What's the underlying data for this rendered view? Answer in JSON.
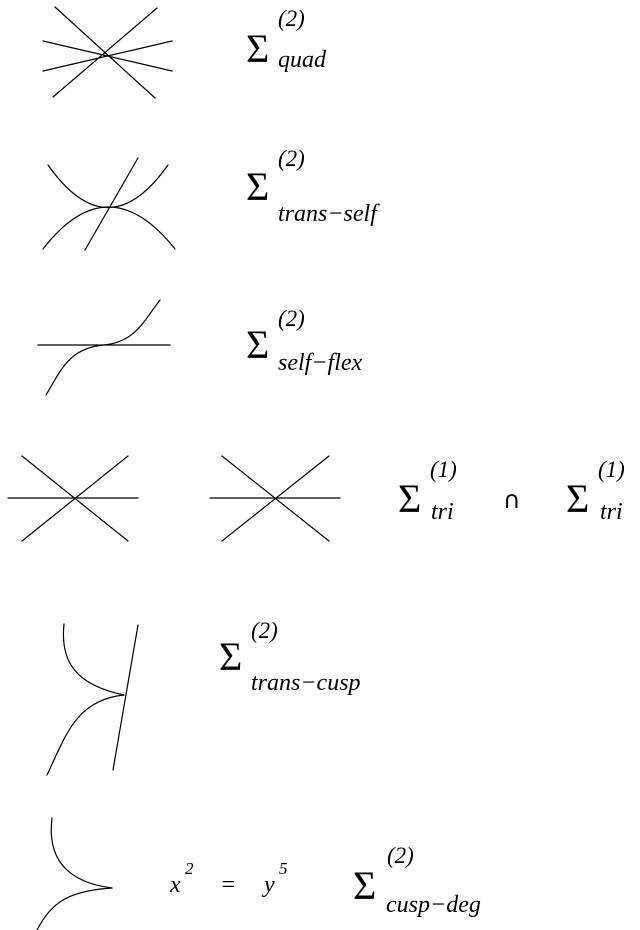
{
  "rows": [
    {
      "id": "quad",
      "sigma": "Σ",
      "superscript": "(2)",
      "subscript": "quad"
    },
    {
      "id": "trans_self",
      "sigma": "Σ",
      "superscript": "(2)",
      "subscript": "trans−self"
    },
    {
      "id": "self_flex",
      "sigma": "Σ",
      "superscript": "(2)",
      "subscript": "self−flex"
    },
    {
      "id": "tri_tri",
      "left": {
        "sigma": "Σ",
        "superscript": "(1)",
        "subscript": "tri"
      },
      "operator": "∩",
      "right": {
        "sigma": "Σ",
        "superscript": "(1)",
        "subscript": "tri"
      }
    },
    {
      "id": "trans_cusp",
      "sigma": "Σ",
      "superscript": "(2)",
      "subscript": "trans−cusp"
    },
    {
      "id": "cusp_deg",
      "sigma": "Σ",
      "superscript": "(2)",
      "subscript": "cusp−deg",
      "equation": {
        "x": "x",
        "x_exp": "2",
        "equals": "=",
        "y": "y",
        "y_exp": "5"
      }
    }
  ]
}
